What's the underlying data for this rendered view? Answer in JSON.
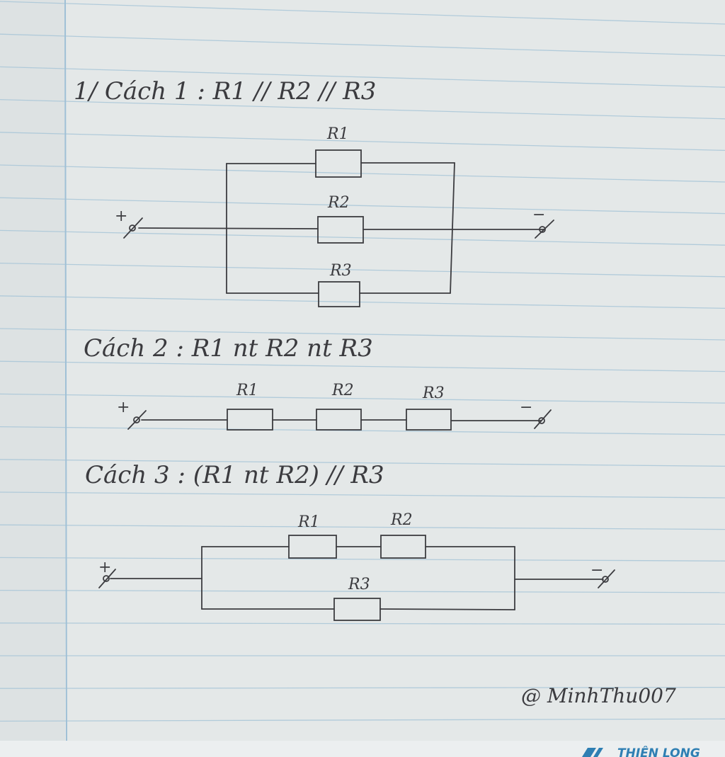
{
  "section1": {
    "title": "1/ Cách 1 : R1 // R2 // R3",
    "labels": [
      "R1",
      "R2",
      "R3"
    ],
    "plus": "+",
    "minus": "−"
  },
  "section2": {
    "title": "Cách 2 : R1 nt R2 nt R3",
    "labels": [
      "R1",
      "R2",
      "R3"
    ],
    "plus": "+",
    "minus": "−"
  },
  "section3": {
    "title": "Cách 3 : (R1 nt R2) // R3",
    "labels": [
      "R1",
      "R2",
      "R3"
    ],
    "plus": "+",
    "minus": "−"
  },
  "signature": "@ MinhThu007",
  "brand": "THIÊN LONG",
  "colors": {
    "paper": "#e3e7e7",
    "rule": "#a9c6d8",
    "margin": "#9fc0d6",
    "ink": "#3c3c40",
    "brand": "#2f7fb3"
  }
}
